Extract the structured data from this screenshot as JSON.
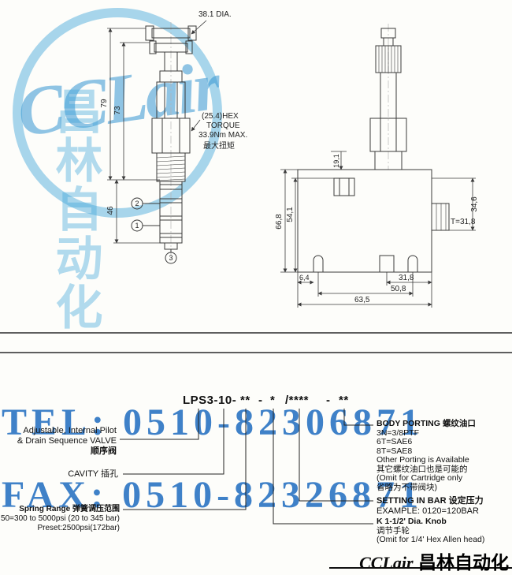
{
  "watermark": {
    "logo_text": "CCLair",
    "vertical_text": "昌林自动化",
    "tel": "TEL: 0510-82306871",
    "fax": "FAX: 0510-82326871"
  },
  "footer": {
    "brand_en": "CCLair",
    "brand_cn": "昌林自动化"
  },
  "drawing_left": {
    "dia_label": "38.1 DIA.",
    "dim_height_outer": "79",
    "dim_height_inner": "73",
    "dim_cartridge": "46",
    "hex_note": [
      "(25.4)HEX",
      "TORQUE",
      "33.9Nm MAX.",
      "最大扭矩"
    ],
    "port_top": "2",
    "port_mid": "1",
    "port_bottom": "3"
  },
  "drawing_right": {
    "dim_top_port": "19,1",
    "dim_side_height": "34,6",
    "dim_body_height": "66,8",
    "dim_port_height": "54,1",
    "thread_label": "T=31,8",
    "dim_edge": "6,4",
    "dim_port_offset": "31,8",
    "dim_hole_span": "50,8",
    "dim_body_width": "63,5"
  },
  "ordering": {
    "code_segments": [
      "LPS3-10-",
      "**",
      "-",
      "*",
      "/****",
      "-",
      "**"
    ],
    "valve_lines": [
      "Adjustable, Internal Pilot",
      "& Drain Sequence VALVE",
      "顺序阀"
    ],
    "cavity_label": "CAVITY 插孔",
    "spring_lines": [
      "Spring Range  弹簧调压范围",
      "50=300 to 5000psi (20 to 345 bar)",
      "Preset:2500psi(172bar)"
    ],
    "porting_lines": [
      "BODY PORTING 螺纹油口",
      "3N=3/8PTF",
      "6T=SAE6",
      "8T=SAE8",
      "Other Porting is Available",
      "其它螺纹油口也是可能的",
      "(Omit for Cartridge only",
      "省略为不带阀块)"
    ],
    "setting_lines": [
      "SETTING IN BAR  设定压力",
      "EXAMPLE:  0120=120BAR"
    ],
    "knob_lines": [
      "K  1-1/2' Dia.  Knob",
      "调节手轮",
      "(Omit for 1/4' Hex Allen head)"
    ]
  }
}
